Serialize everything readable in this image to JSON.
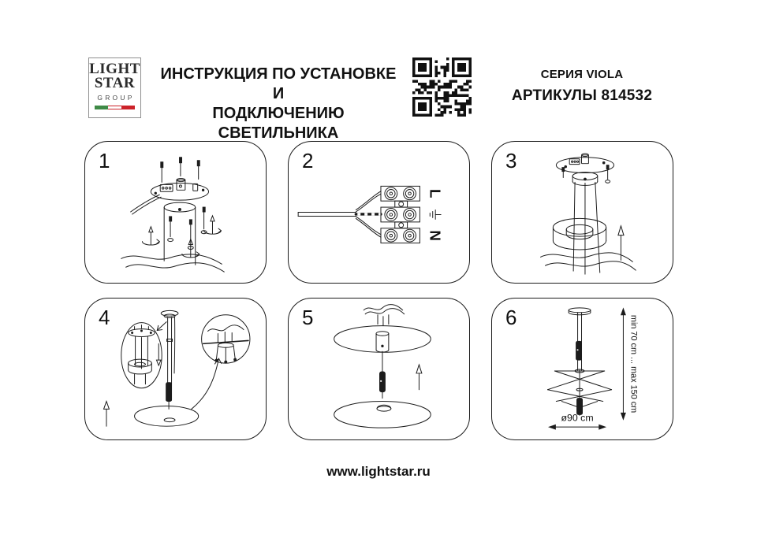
{
  "header": {
    "logo": {
      "line1": "LIGHT",
      "line2": "STAR",
      "line3": "GROUP"
    },
    "title": {
      "line1": "ИНСТРУКЦИЯ ПО УСТАНОВКЕ И",
      "line2": "ПОДКЛЮЧЕНИЮ СВЕТИЛЬНИКА"
    },
    "series": "СЕРИЯ VIOLA",
    "articles": "АРТИКУЛЫ 814532"
  },
  "panels": [
    {
      "number": "1"
    },
    {
      "number": "2"
    },
    {
      "number": "3"
    },
    {
      "number": "4"
    },
    {
      "number": "5"
    },
    {
      "number": "6"
    }
  ],
  "wiring_labels": {
    "live": "L",
    "neutral": "N"
  },
  "dimensions": {
    "height_range": "min 70 cm ... max 150 cm",
    "diameter": "ø90 cm"
  },
  "footer": {
    "url": "www.lightstar.ru"
  },
  "colors": {
    "line": "#1c1c1c",
    "flag_green": "#3f8a46",
    "flag_red": "#cc2229"
  }
}
